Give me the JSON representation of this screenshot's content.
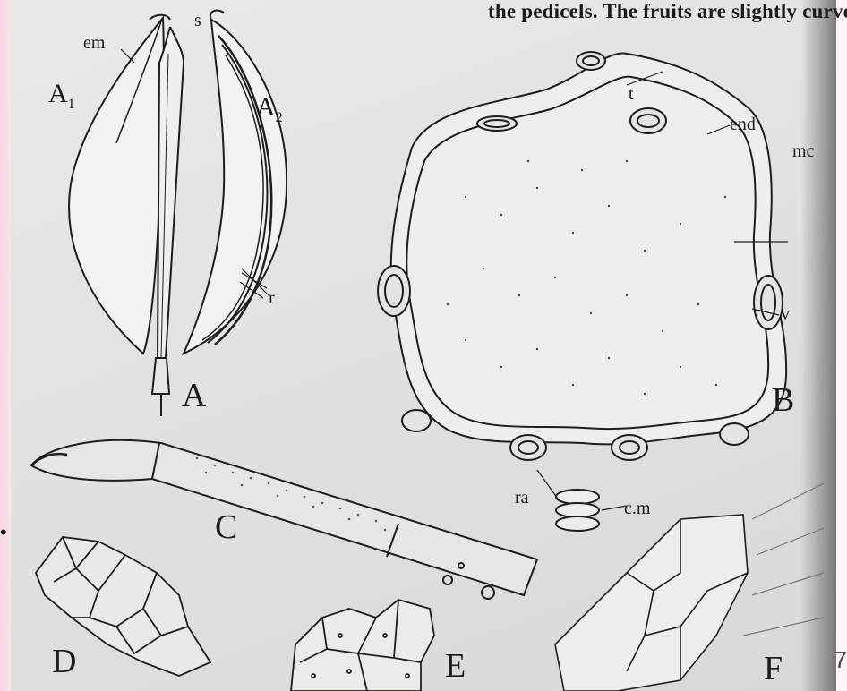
{
  "header": {
    "text": "the pedicels. The fruits are slightly curved"
  },
  "figure": {
    "panels": {
      "A": "A",
      "A1": "A",
      "A1_sub": "1",
      "A2": "A",
      "A2_sub": "2",
      "B": "B",
      "C": "C",
      "D": "D",
      "E": "E",
      "F": "F"
    },
    "labels": {
      "em": "em",
      "s": "s",
      "r": "r",
      "t": "t",
      "end": "end",
      "mc": "mc",
      "ra": "ra",
      "cm": "c.m",
      "v": "v"
    }
  },
  "slide": {
    "bullet": "•",
    "page_number": "7"
  }
}
